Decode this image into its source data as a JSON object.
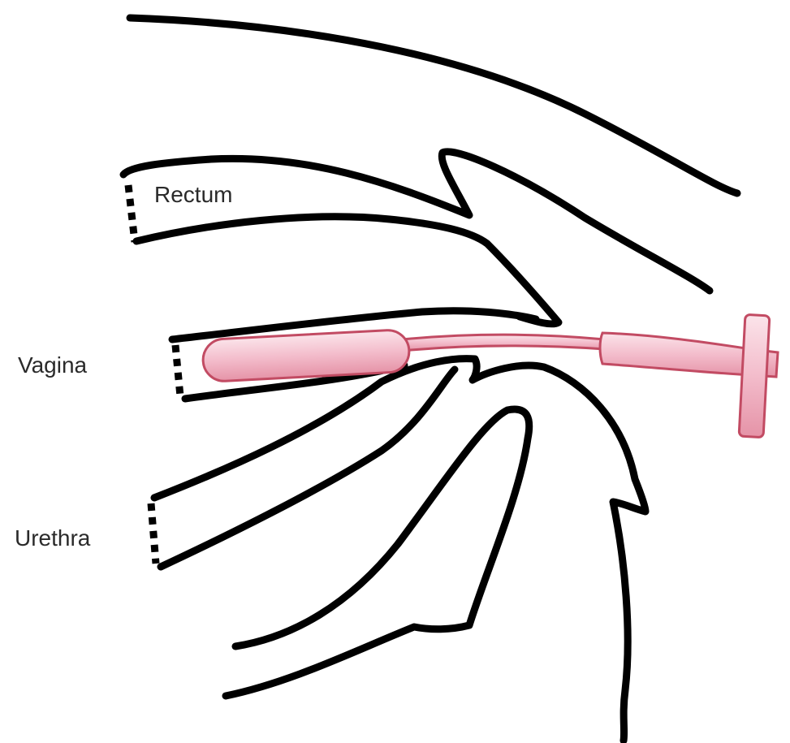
{
  "labels": {
    "rectum": "Rectum",
    "vagina": "Vagina",
    "urethra": "Urethra"
  },
  "colors": {
    "outline": "#000000",
    "device_fill": "#f7cdd6",
    "device_stroke": "#c24b63",
    "label_text": "#2a2a2a"
  }
}
